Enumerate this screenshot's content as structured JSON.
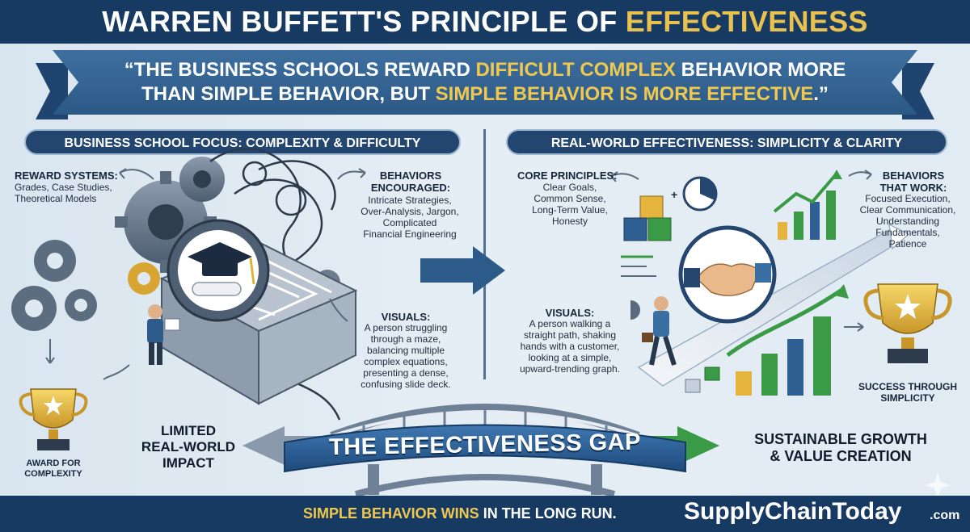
{
  "header": {
    "title_main": "WARREN BUFFETT'S PRINCIPLE OF ",
    "title_highlight": "EFFECTIVENESS"
  },
  "quote": {
    "line1_a": "“THE BUSINESS SCHOOLS REWARD ",
    "line1_hl": "DIFFICULT COMPLEX",
    "line1_b": " BEHAVIOR MORE",
    "line2_a": "THAN SIMPLE BEHAVIOR, BUT ",
    "line2_hl": "SIMPLE BEHAVIOR IS MORE EFFECTIVE",
    "line2_b": ".”"
  },
  "left": {
    "heading": "BUSINESS SCHOOL FOCUS: COMPLEXITY & DIFFICULTY",
    "reward_title": "REWARD SYSTEMS:",
    "reward_items": [
      "Grades, Case Studies,",
      "Theoretical Models"
    ],
    "behaviors_title": [
      "BEHAVIORS",
      "ENCOURAGED:"
    ],
    "behaviors_items": [
      "Intricate Strategies,",
      "Over-Analysis, Jargon,",
      "Complicated",
      "Financial Engineering"
    ],
    "visuals_title": "VISUALS:",
    "visuals_items": [
      "A person struggling",
      "through a maze,",
      "balancing multiple",
      "complex equations,",
      "presenting a dense,",
      "confusing slide deck."
    ],
    "award_label": [
      "AWARD FOR",
      "COMPLEXITY"
    ],
    "impact_label": [
      "LIMITED",
      "REAL-WORLD",
      "IMPACT"
    ]
  },
  "right": {
    "heading": "REAL-WORLD EFFECTIVENESS: SIMPLICITY & CLARITY",
    "core_title": "CORE PRINCIPLES:",
    "core_items": [
      "Clear Goals,",
      "Common Sense,",
      "Long-Term Value,",
      "Honesty"
    ],
    "behaviors_title": [
      "BEHAVIORS",
      "THAT WORK:"
    ],
    "behaviors_items": [
      "Focused Execution,",
      "Clear Communication,",
      "Understanding",
      "Fundamentals,",
      "Patience"
    ],
    "visuals_title": "VISUALS:",
    "visuals_items": [
      "A person walking a",
      "straight path, shaking",
      "hands with a customer,",
      "looking at a simple,",
      "upward-trending graph."
    ],
    "success_label": [
      "SUCCESS THROUGH",
      "SIMPLICITY"
    ],
    "growth_label": [
      "SUSTAINABLE GROWTH",
      "& VALUE CREATION"
    ]
  },
  "bridge": {
    "label": "THE EFFECTIVENESS GAP"
  },
  "footer": {
    "slogan_hl": "SIMPLE BEHAVIOR WINS",
    "slogan_rest": " IN THE LONG RUN.",
    "brand": "SupplyChainToday",
    "brand_suffix": ".com"
  },
  "colors": {
    "navy": "#173a63",
    "gold": "#e9c14f",
    "blue": "#2c5986",
    "green": "#3a9a46"
  }
}
